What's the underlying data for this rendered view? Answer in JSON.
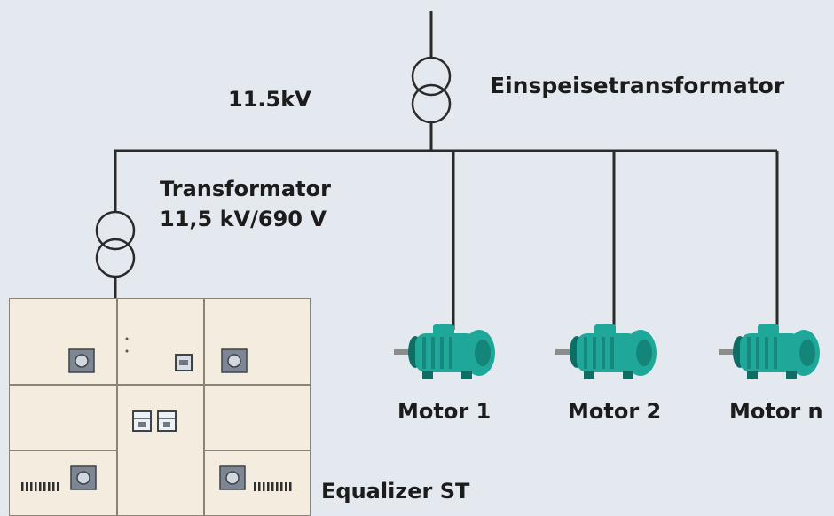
{
  "labels": {
    "voltage": "11.5kV",
    "feed_transformer": "Einspeisetransformator",
    "transformer_title": "Transformator",
    "transformer_rating": "11,5 kV/690 V",
    "equalizer": "Equalizer ST"
  },
  "motors": [
    {
      "label": "Motor 1"
    },
    {
      "label": "Motor 2"
    },
    {
      "label": "Motor n"
    }
  ],
  "colors": {
    "background": "#e4e9f0",
    "line": "#2a2a2a",
    "motor_body": "#1fa89a",
    "motor_dark": "#0e6e64",
    "cabinet": "#f4ecde"
  }
}
